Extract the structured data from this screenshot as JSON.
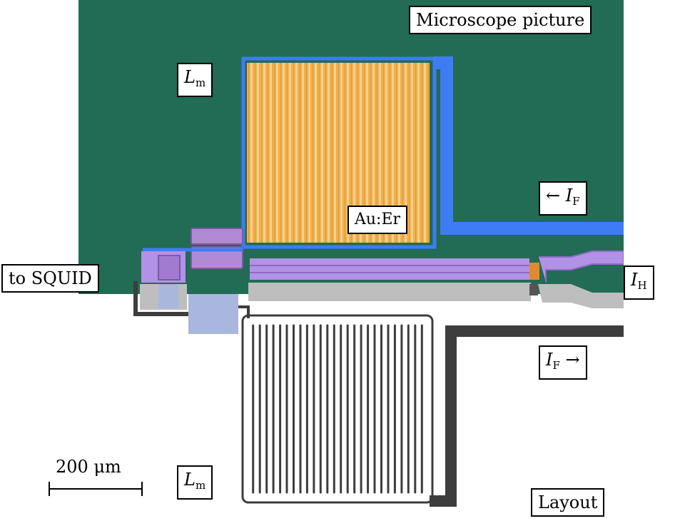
{
  "labels": {
    "microscope_title": "Microscope picture",
    "layout_title": "Layout",
    "lm_symbol": "L",
    "lm_sub": "m",
    "au_er": "Au:Er",
    "to_squid": "to SQUID",
    "if_symbol": "I",
    "if_sub": "F",
    "ih_symbol": "I",
    "ih_sub": "H",
    "arrow_left": "←",
    "arrow_right": "→"
  },
  "scale_bar": {
    "text": "200 μm"
  },
  "colors": {
    "substrate": "#226b55",
    "gold_sensor": "#f2b451",
    "niobium_blue": "#3e7cf5",
    "insulator_purple": "#b292e6",
    "layout_gray": "#bebebe",
    "layout_dark": "#3d3d3d"
  }
}
